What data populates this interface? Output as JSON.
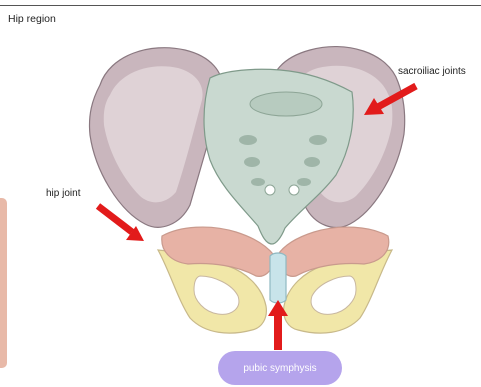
{
  "header": {
    "title": "Hip region"
  },
  "labels": {
    "sacroiliac": "sacroiliac joints",
    "hip_joint": "hip joint",
    "pubic_symphysis": "pubic symphysis"
  },
  "icons": {
    "arrow": "red-arrow-icon"
  },
  "colors": {
    "ilium": "#c9b6bd",
    "ilium_inner": "#dfd2d6",
    "sacrum": "#c9d9d0",
    "sacrum_shadow": "#9fb5a8",
    "pubis": "#e7b2a5",
    "ischium": "#f1e7a8",
    "cartilage": "#c8e4ea",
    "arrow": "#e21b1b",
    "pill": "#b5a4ec",
    "left_strip": "#e8b9a8",
    "outline": "#8a7880"
  }
}
